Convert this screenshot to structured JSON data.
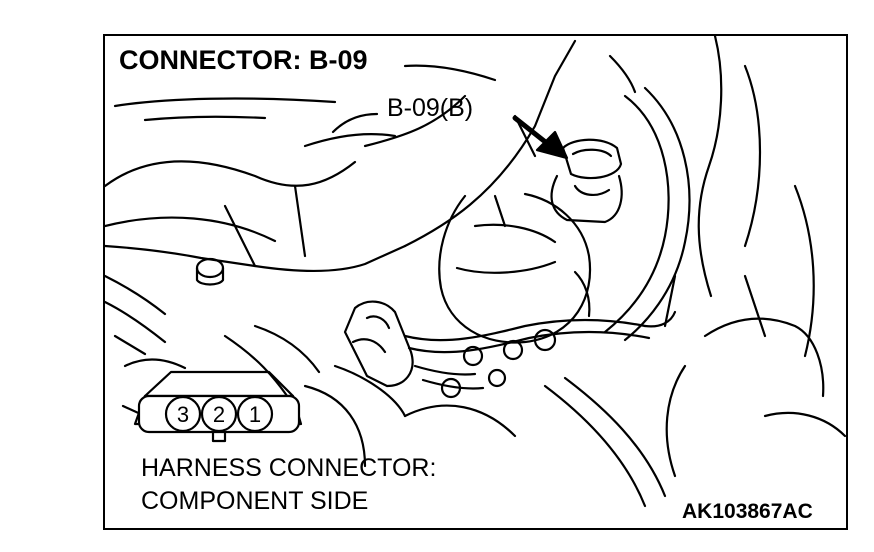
{
  "diagram": {
    "title": "CONNECTOR: B-09",
    "callout_label": "B-09(B)",
    "harness_label_line1": "HARNESS CONNECTOR:",
    "harness_label_line2": "COMPONENT SIDE",
    "figure_code": "AK103867AC",
    "connector_pins": [
      "3",
      "2",
      "1"
    ],
    "colors": {
      "ink": "#000000",
      "paper": "#ffffff"
    }
  }
}
